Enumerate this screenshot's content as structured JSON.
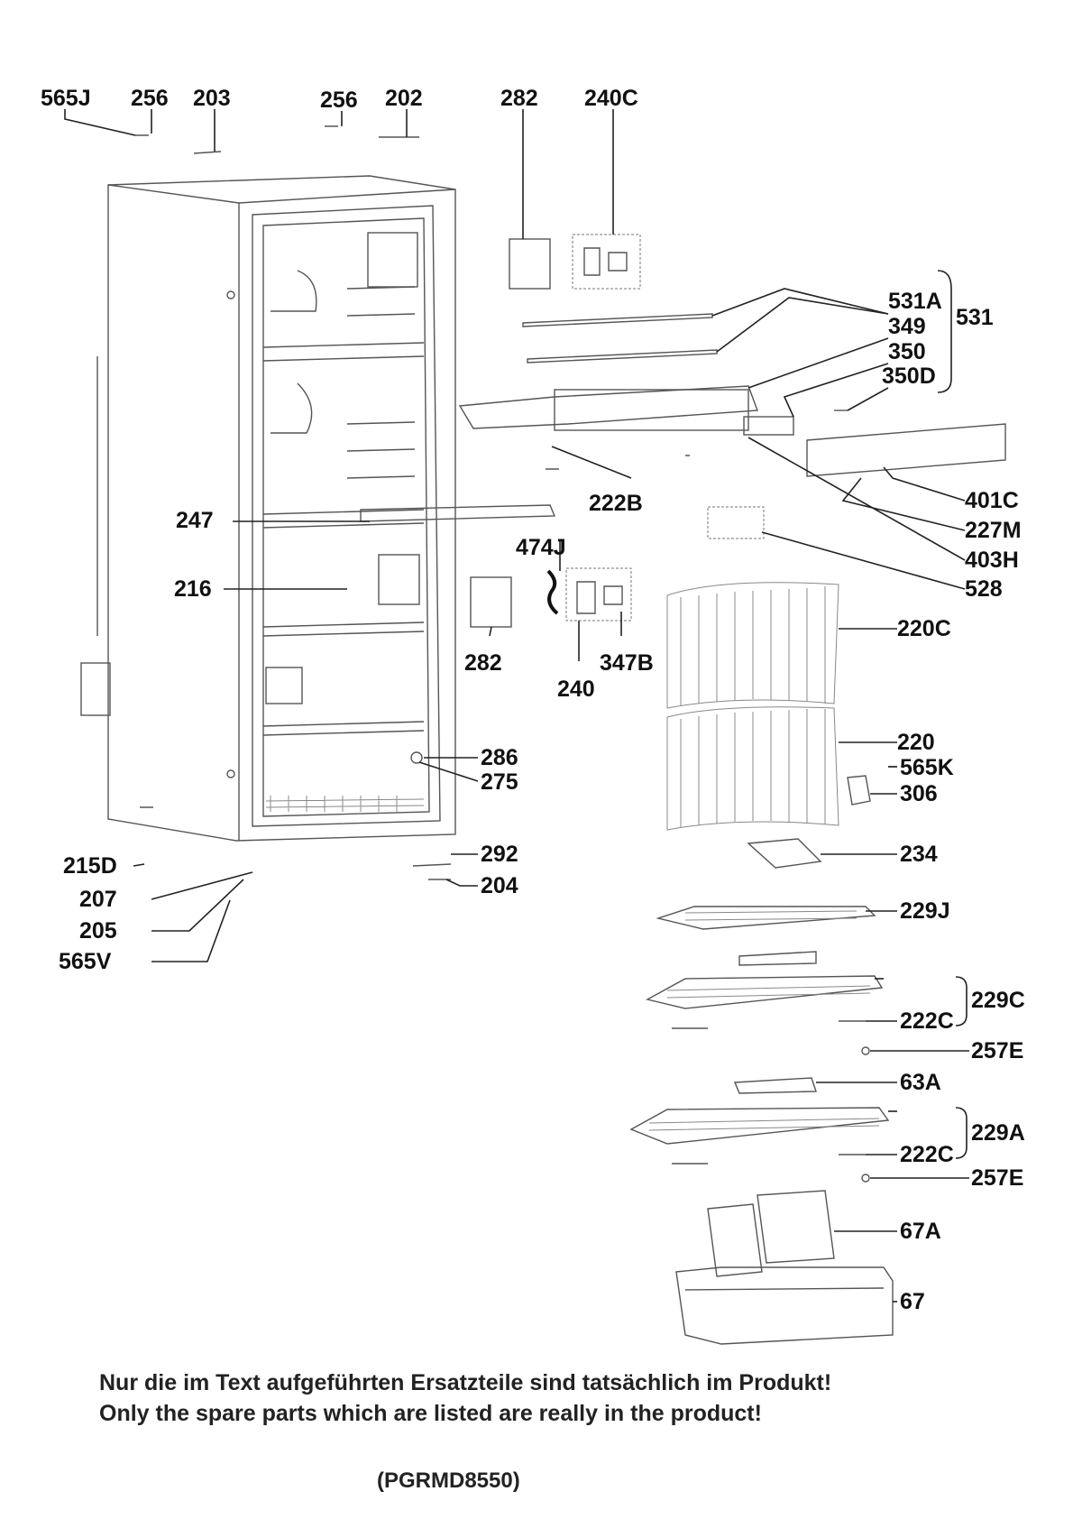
{
  "diagram": {
    "labels": [
      "565J",
      "256",
      "203",
      "256",
      "202",
      "282",
      "240C",
      "531A",
      "349",
      "531",
      "350",
      "350D",
      "222B",
      "247",
      "474J",
      "401C",
      "227M",
      "403H",
      "216",
      "528",
      "282",
      "240",
      "347B",
      "220C",
      "220",
      "565K",
      "286",
      "275",
      "306",
      "215D",
      "292",
      "207",
      "204",
      "234",
      "205",
      "565V",
      "229J",
      "229C",
      "222C",
      "257E",
      "63A",
      "229A",
      "222C",
      "257E",
      "67A",
      "67"
    ]
  },
  "footer": {
    "note_de": "Nur die im Text aufgeführten Ersatzteile sind tatsächlich im Produkt!",
    "note_en": "Only the spare parts which are listed are really in the product!",
    "code": "(PGRMD8550)"
  }
}
